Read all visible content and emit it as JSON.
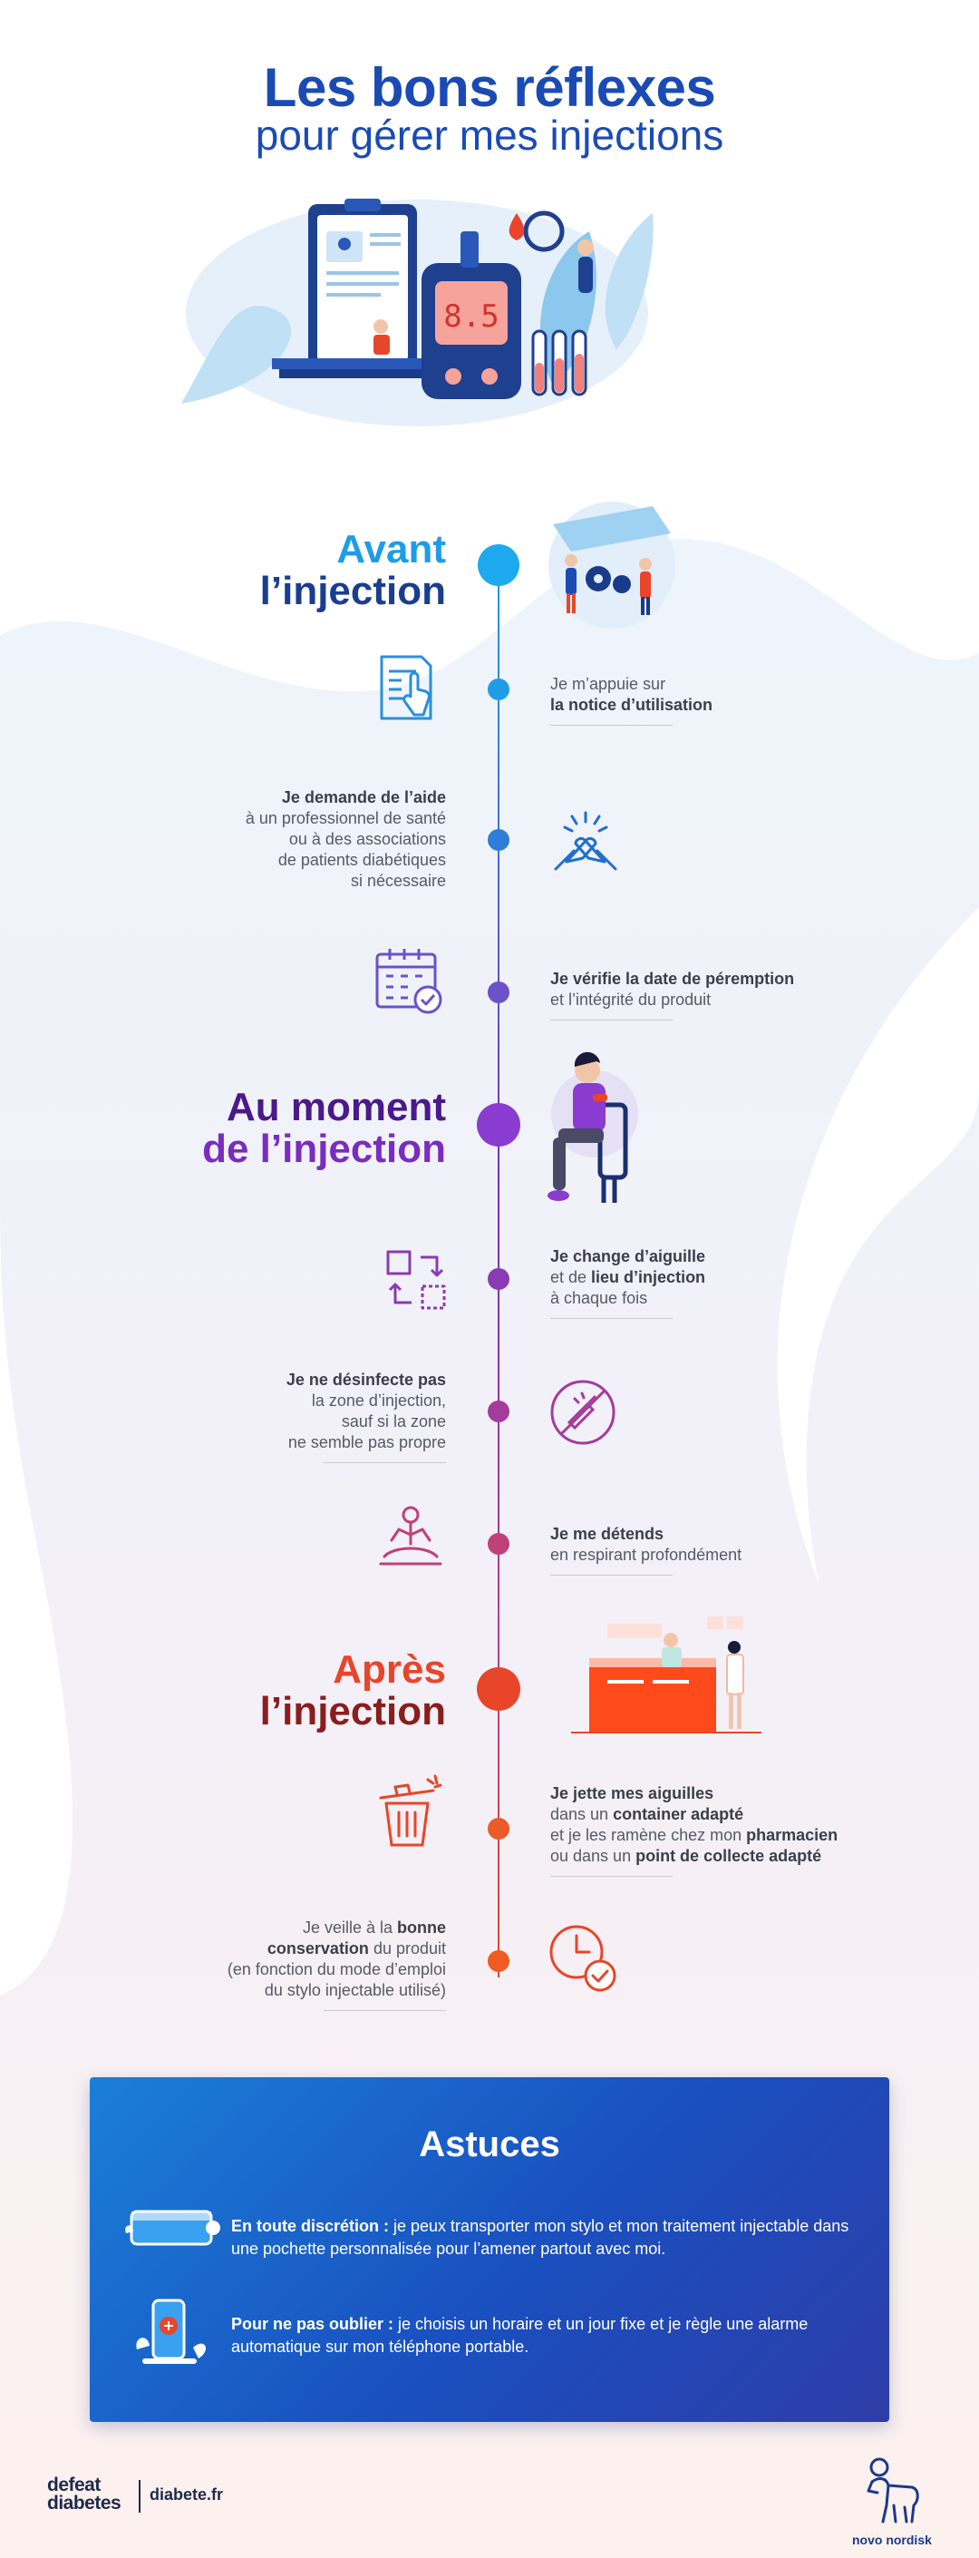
{
  "header": {
    "title_line1": "Les bons réflexes",
    "title_line2": "pour gérer mes injections",
    "glucose_reading": "8.5"
  },
  "sections": {
    "avant": {
      "line1": "Avant",
      "line2": "l’injection",
      "color": "#1e9de6"
    },
    "moment": {
      "line1": "Au moment",
      "line2": "de l’injection",
      "color": "#7a2cc0"
    },
    "apres": {
      "line1": "Après",
      "line2": "l’injection",
      "color": "#e8452a"
    }
  },
  "steps": {
    "notice": {
      "text": "Je m’appuie sur",
      "bold": "la notice d’utilisation"
    },
    "aide": {
      "bold": "Je demande de l’aide",
      "l1": "à un professionnel de santé",
      "l2": "ou à des associations",
      "l3": "de patients diabétiques",
      "l4": "si nécessaire"
    },
    "date": {
      "bold": "Je vérifie la date de péremption",
      "text": "et l’intégrité du produit"
    },
    "aiguille": {
      "bold1": "Je change d’aiguille",
      "t1": "et de ",
      "bold2": "lieu d’injection",
      "t2": "à chaque fois"
    },
    "desinfecte": {
      "bold": "Je ne désinfecte pas",
      "l1": "la zone d’injection,",
      "l2": "sauf si la zone",
      "l3": "ne semble pas propre"
    },
    "detends": {
      "bold": "Je me détends",
      "text": "en respirant profondément"
    },
    "jette": {
      "bold1": "Je jette mes aiguilles",
      "t1": "dans un ",
      "bold2": "container adapté",
      "t2": "et je les ramène chez mon ",
      "bold3": "pharmacien",
      "t3": "ou dans un ",
      "bold4": "point de collecte adapté"
    },
    "conservation": {
      "t1": "Je veille à la ",
      "bold1": "bonne",
      "bold2": "conservation",
      "t2": " du produit",
      "l3": "(en fonction du mode d’emploi",
      "l4": "du stylo injectable utilisé)"
    }
  },
  "tips": {
    "title": "Astuces",
    "tip1_bold": "En toute discrétion :",
    "tip1_text": " je peux transporter mon stylo et mon traitement injectable dans une pochette personnalisée pour l’amener partout avec moi.",
    "tip2_bold": "Pour ne pas oublier :",
    "tip2_text": " je choisis un horaire et un jour fixe et je règle une alarme automatique sur mon téléphone portable."
  },
  "footer": {
    "defeat_line1": "defeat",
    "defeat_line2": "diabetes",
    "site": "diabete.fr",
    "novo": "novo nordisk"
  },
  "colors": {
    "title_blue": "#1a4bb4",
    "timeline_top": "#1e9de6",
    "timeline_mid": "#7a2cc0",
    "timeline_bottom": "#e8452a"
  }
}
